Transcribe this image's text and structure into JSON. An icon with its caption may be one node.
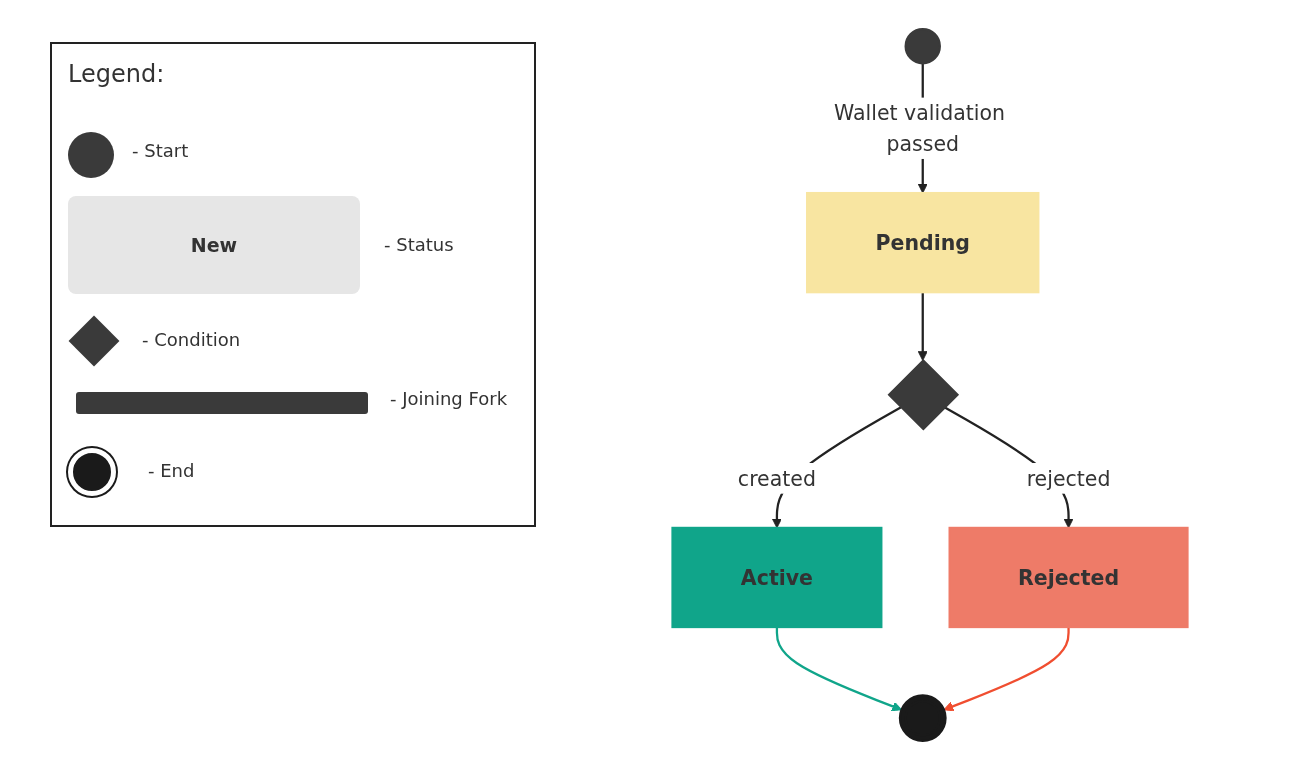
{
  "diagram": {
    "nodes": [
      {
        "text": [],
        "shape": "circle"
      },
      {
        "text": [
          "Pending"
        ]
      },
      {
        "text": [],
        "shape": "diamond"
      },
      {
        "text": [
          "Active"
        ]
      },
      {
        "text": [
          "Rejected"
        ]
      },
      {
        "text": [],
        "shape": "circle"
      }
    ],
    "edges": [
      {
        "from": 0,
        "to": 1,
        "arrow": "to",
        "label": "Wallet validation passed"
      },
      {
        "from": 1,
        "to": 2,
        "arrow": "to"
      },
      {
        "from": 2,
        "to": 3,
        "arrow": "to",
        "label": "created"
      },
      {
        "from": 2,
        "to": 4,
        "arrow": "to",
        "label": "rejected"
      },
      {
        "from": 3,
        "to": 5,
        "arrow": "to",
        "color": "#10a58a"
      },
      {
        "from": 4,
        "to": 5,
        "arrow": "to",
        "color": "#f04e30"
      }
    ],
    "labels": [
      "Legend:",
      "New"
    ],
    "legend": [
      {
        "text": "- Start"
      },
      {
        "text": "- Status"
      },
      {
        "text": "- Condition"
      },
      {
        "text": "- Joining Fork"
      },
      {
        "text": "- End"
      }
    ]
  }
}
